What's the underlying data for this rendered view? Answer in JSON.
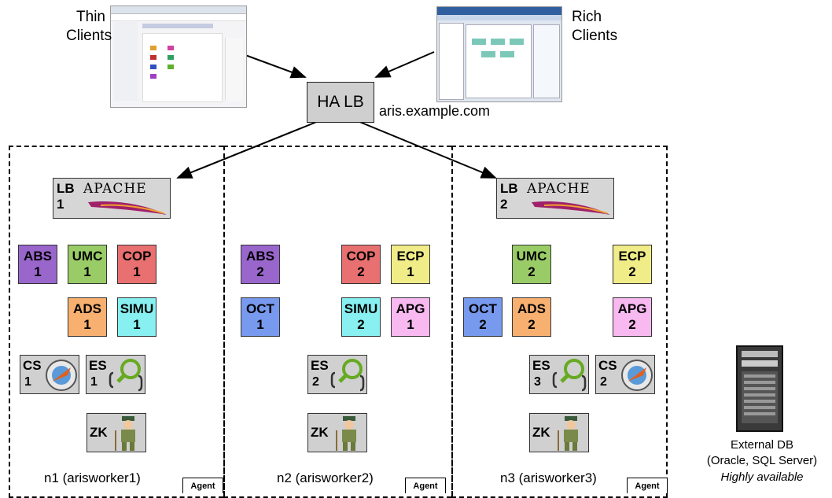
{
  "clients": {
    "thin_label": "Thin\nClients",
    "rich_label": "Rich\nClients"
  },
  "load_balancer": {
    "label": "HA LB",
    "host": "aris.example.com"
  },
  "nodes": [
    {
      "caption": "n1 (arisworker1)",
      "agent": "Agent",
      "lb": {
        "label": "LB",
        "num": "1",
        "logo": "APACHE"
      },
      "components": [
        {
          "name": "ABS",
          "num": "1",
          "color": "#9966cc"
        },
        {
          "name": "UMC",
          "num": "1",
          "color": "#99cc66"
        },
        {
          "name": "COP",
          "num": "1",
          "color": "#e87070"
        },
        {
          "name": "ADS",
          "num": "1",
          "color": "#f8b070"
        },
        {
          "name": "SIMU",
          "num": "1",
          "color": "#88f0f0"
        }
      ],
      "services": [
        {
          "name": "CS",
          "num": "1",
          "icon": "cloudsearch-icon"
        },
        {
          "name": "ES",
          "num": "1",
          "icon": "elasticsearch-icon"
        },
        {
          "name": "ZK",
          "num": "",
          "icon": "zookeeper-icon"
        }
      ]
    },
    {
      "caption": "n2 (arisworker2)",
      "agent": "Agent",
      "components": [
        {
          "name": "ABS",
          "num": "2",
          "color": "#9966cc"
        },
        {
          "name": "COP",
          "num": "2",
          "color": "#e87070"
        },
        {
          "name": "ECP",
          "num": "1",
          "color": "#f0ec88"
        },
        {
          "name": "OCT",
          "num": "1",
          "color": "#7799ee"
        },
        {
          "name": "SIMU",
          "num": "2",
          "color": "#88f0f0"
        },
        {
          "name": "APG",
          "num": "1",
          "color": "#f8b8f0"
        }
      ],
      "services": [
        {
          "name": "ES",
          "num": "2",
          "icon": "elasticsearch-icon"
        },
        {
          "name": "ZK",
          "num": "",
          "icon": "zookeeper-icon"
        }
      ]
    },
    {
      "caption": "n3 (arisworker3)",
      "agent": "Agent",
      "lb": {
        "label": "LB",
        "num": "2",
        "logo": "APACHE"
      },
      "components": [
        {
          "name": "UMC",
          "num": "2",
          "color": "#99cc66"
        },
        {
          "name": "ECP",
          "num": "2",
          "color": "#f0ec88"
        },
        {
          "name": "OCT",
          "num": "2",
          "color": "#7799ee"
        },
        {
          "name": "ADS",
          "num": "2",
          "color": "#f8b070"
        },
        {
          "name": "APG",
          "num": "2",
          "color": "#f8b8f0"
        }
      ],
      "services": [
        {
          "name": "ES",
          "num": "3",
          "icon": "elasticsearch-icon"
        },
        {
          "name": "CS",
          "num": "2",
          "icon": "cloudsearch-icon"
        },
        {
          "name": "ZK",
          "num": "",
          "icon": "zookeeper-icon"
        }
      ]
    }
  ],
  "database": {
    "line1": "External DB",
    "line2": "(Oracle, SQL Server)",
    "line3": "Highly available",
    "icon": "server-rack-icon"
  }
}
